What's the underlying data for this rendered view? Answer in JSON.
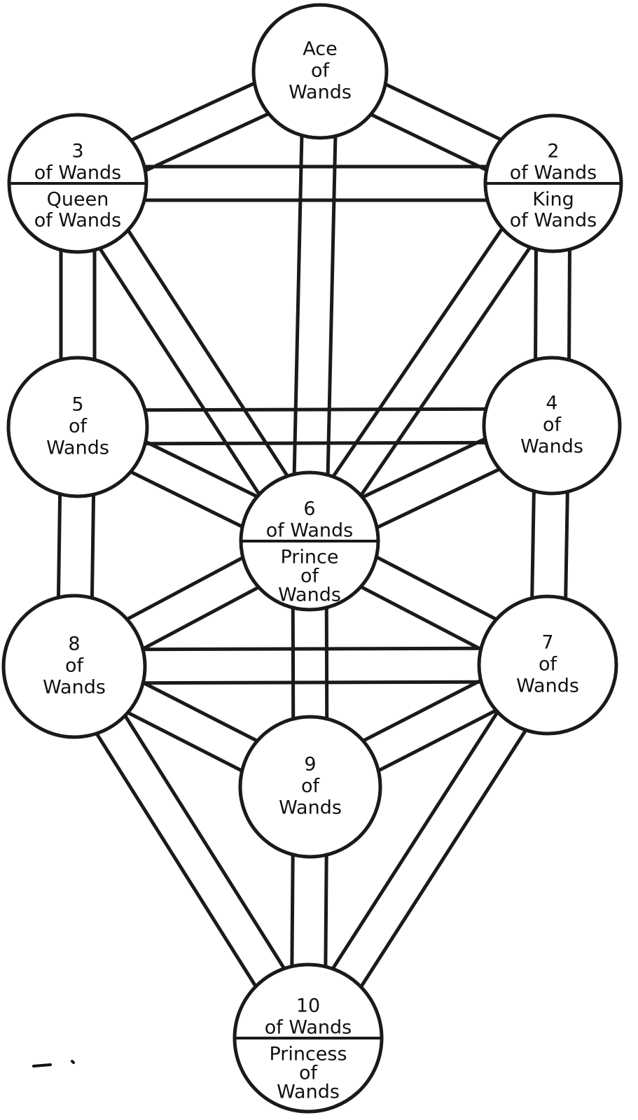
{
  "diagram": {
    "nodes": [
      {
        "id": "ace",
        "lines": [
          "Ace",
          "of",
          "Wands"
        ],
        "lower_lines": []
      },
      {
        "id": "two",
        "lines": [
          "2",
          "of Wands"
        ],
        "lower_lines": [
          "King",
          "of Wands"
        ]
      },
      {
        "id": "three",
        "lines": [
          "3",
          "of Wands"
        ],
        "lower_lines": [
          "Queen",
          "of Wands"
        ]
      },
      {
        "id": "four",
        "lines": [
          "4",
          "of",
          "Wands"
        ],
        "lower_lines": []
      },
      {
        "id": "five",
        "lines": [
          "5",
          "of",
          "Wands"
        ],
        "lower_lines": []
      },
      {
        "id": "six",
        "lines": [
          "6",
          "of Wands"
        ],
        "lower_lines": [
          "Prince",
          "of",
          "Wands"
        ]
      },
      {
        "id": "seven",
        "lines": [
          "7",
          "of",
          "Wands"
        ],
        "lower_lines": []
      },
      {
        "id": "eight",
        "lines": [
          "8",
          "of",
          "Wands"
        ],
        "lower_lines": []
      },
      {
        "id": "nine",
        "lines": [
          "9",
          "of",
          "Wands"
        ],
        "lower_lines": []
      },
      {
        "id": "ten",
        "lines": [
          "10",
          "of Wands"
        ],
        "lower_lines": [
          "Princess",
          "of",
          "Wands"
        ]
      }
    ],
    "paths": [
      [
        "ace",
        "two"
      ],
      [
        "ace",
        "three"
      ],
      [
        "ace",
        "six"
      ],
      [
        "two",
        "three"
      ],
      [
        "two",
        "four"
      ],
      [
        "two",
        "six"
      ],
      [
        "three",
        "five"
      ],
      [
        "three",
        "six"
      ],
      [
        "four",
        "five"
      ],
      [
        "four",
        "six"
      ],
      [
        "four",
        "seven"
      ],
      [
        "five",
        "six"
      ],
      [
        "five",
        "eight"
      ],
      [
        "six",
        "seven"
      ],
      [
        "six",
        "eight"
      ],
      [
        "six",
        "nine"
      ],
      [
        "seven",
        "eight"
      ],
      [
        "seven",
        "nine"
      ],
      [
        "seven",
        "ten"
      ],
      [
        "eight",
        "nine"
      ],
      [
        "eight",
        "ten"
      ],
      [
        "nine",
        "ten"
      ]
    ]
  }
}
